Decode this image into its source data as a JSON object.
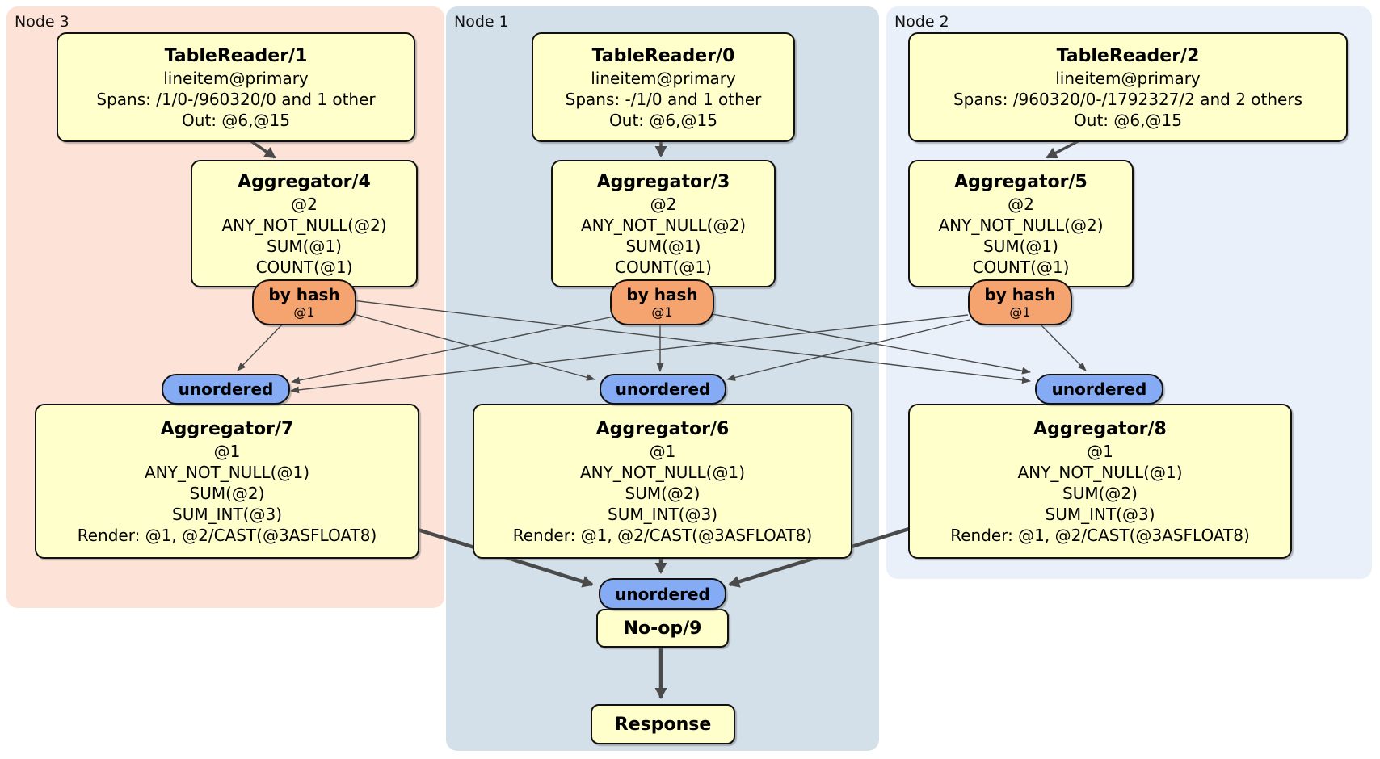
{
  "nodes": [
    {
      "name": "Node 3",
      "table_reader": {
        "title": "TableReader/1",
        "lines": [
          "lineitem@primary",
          "Spans: /1/0-/960320/0 and 1 other",
          "Out: @6,@15"
        ]
      },
      "hash_aggregator": {
        "title": "Aggregator/4",
        "lines": [
          "@2",
          "ANY_NOT_NULL(@2)",
          "SUM(@1)",
          "COUNT(@1)"
        ]
      },
      "router": {
        "label": "by hash",
        "key": "@1"
      },
      "stream": "unordered",
      "merge_aggregator": {
        "title": "Aggregator/7",
        "lines": [
          "@1",
          "ANY_NOT_NULL(@1)",
          "SUM(@2)",
          "SUM_INT(@3)",
          "Render: @1, @2/CAST(@3ASFLOAT8)"
        ]
      }
    },
    {
      "name": "Node 1",
      "table_reader": {
        "title": "TableReader/0",
        "lines": [
          "lineitem@primary",
          "Spans: -/1/0 and 1 other",
          "Out: @6,@15"
        ]
      },
      "hash_aggregator": {
        "title": "Aggregator/3",
        "lines": [
          "@2",
          "ANY_NOT_NULL(@2)",
          "SUM(@1)",
          "COUNT(@1)"
        ]
      },
      "router": {
        "label": "by hash",
        "key": "@1"
      },
      "stream": "unordered",
      "merge_aggregator": {
        "title": "Aggregator/6",
        "lines": [
          "@1",
          "ANY_NOT_NULL(@1)",
          "SUM(@2)",
          "SUM_INT(@3)",
          "Render: @1, @2/CAST(@3ASFLOAT8)"
        ]
      }
    },
    {
      "name": "Node 2",
      "table_reader": {
        "title": "TableReader/2",
        "lines": [
          "lineitem@primary",
          "Spans: /960320/0-/1792327/2 and 2 others",
          "Out: @6,@15"
        ]
      },
      "hash_aggregator": {
        "title": "Aggregator/5",
        "lines": [
          "@2",
          "ANY_NOT_NULL(@2)",
          "SUM(@1)",
          "COUNT(@1)"
        ]
      },
      "router": {
        "label": "by hash",
        "key": "@1"
      },
      "stream": "unordered",
      "merge_aggregator": {
        "title": "Aggregator/8",
        "lines": [
          "@1",
          "ANY_NOT_NULL(@1)",
          "SUM(@2)",
          "SUM_INT(@3)",
          "Render: @1, @2/CAST(@3ASFLOAT8)"
        ]
      }
    }
  ],
  "sink": {
    "stream": "unordered",
    "noop": "No-op/9",
    "response": "Response"
  },
  "colors": {
    "node3_bg": "#fde3d7",
    "node1_bg": "#d3e0e9",
    "node2_bg": "#eaf0fa",
    "processor_fill": "#ffffcc",
    "router_fill": "#f5a470",
    "stream_fill": "#84abf3",
    "edge": "#4a4a4a"
  }
}
